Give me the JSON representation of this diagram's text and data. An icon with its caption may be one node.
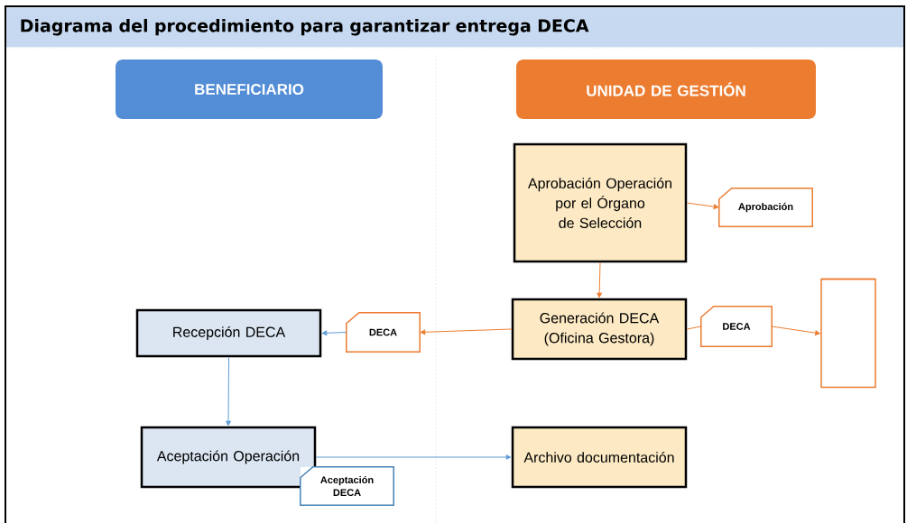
{
  "diagram": {
    "title": "Diagrama del procedimiento para garantizar entrega DECA",
    "nodes": [
      {
        "text": [
          "BENEFICIARIO"
        ]
      },
      {
        "text": [
          "UNIDAD DE GESTIÓN"
        ]
      },
      {
        "text": [
          "Aprobación Operación por el Órgano de Selección"
        ]
      },
      {
        "text": [
          "Aprobación"
        ]
      },
      {
        "text": [
          "Generación DECA (Oficina Gestora)"
        ]
      },
      {
        "text": [
          "DECA"
        ]
      },
      {
        "text": [],
        "shape": "cylinder"
      },
      {
        "text": [
          "Recepción DECA"
        ]
      },
      {
        "text": [
          "DECA"
        ]
      },
      {
        "text": [
          "Aceptación Operación"
        ]
      },
      {
        "text": [
          "Aceptación DECA"
        ]
      },
      {
        "text": [
          "Archivo documentación"
        ]
      }
    ],
    "edges": [
      {
        "from": 2,
        "to": 3,
        "arrow": "to"
      },
      {
        "from": 2,
        "to": 4,
        "arrow": "to"
      },
      {
        "from": 4,
        "to": 5,
        "arrow": "none"
      },
      {
        "from": 5,
        "to": 6,
        "arrow": "to"
      },
      {
        "from": 4,
        "to": 8,
        "arrow": "to"
      },
      {
        "from": 8,
        "to": 7,
        "arrow": "to",
        "color": "#5b9bd5"
      },
      {
        "from": 7,
        "to": 9,
        "arrow": "to",
        "color": "#5b9bd5"
      },
      {
        "from": 9,
        "to": 11,
        "arrow": "to",
        "color": "#5b9bd5"
      }
    ]
  }
}
